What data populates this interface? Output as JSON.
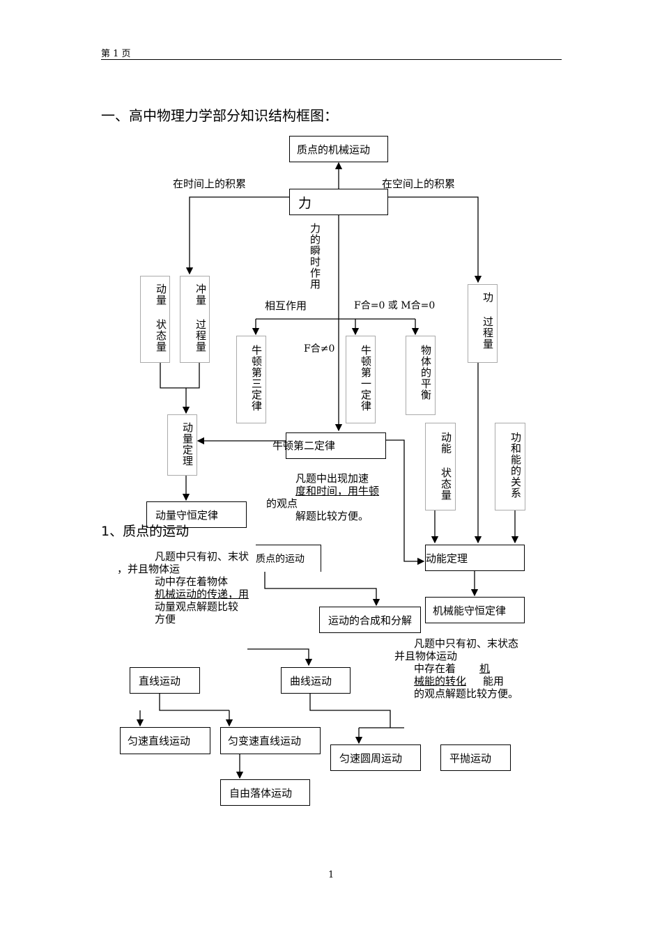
{
  "header": {
    "page_label": "第 1 页"
  },
  "title": "一、高中物理力学部分知识结构框图：",
  "section1": "1、质点的运动",
  "footer": {
    "page_number": "1"
  },
  "nodes": {
    "particle_motion": "质点的机械运动",
    "force": "力",
    "momentum": "动量 状态量",
    "impulse": "冲量 过程量",
    "work": "功 过程量",
    "newton3": "牛顿第三定律",
    "newton1": "牛顿第一定律",
    "equilibrium": "物体的平衡",
    "momentum_theorem": "动量定理",
    "newton2": "牛顿第二定律",
    "momentum_conservation": "动量守恒定律",
    "kinetic_energy": "动能 状态量",
    "work_energy": "功和能的关系",
    "kinetic_theorem": "动能定理",
    "mech_conservation": "机械能守恒定律",
    "composition": "运动的合成和分解",
    "point_motion": "质点的运动",
    "linear": "直线运动",
    "curved": "曲线运动",
    "uniform_linear": "匀速直线运动",
    "uniform_accel": "匀变速直线运动",
    "free_fall": "自由落体运动",
    "circular": "匀速圆周运动",
    "projectile": "平抛运动"
  },
  "labels": {
    "time_accum": "在时间上的积累",
    "space_accum": "在空间上的积累",
    "instant": "力的瞬时作用",
    "interaction": "相互作用",
    "fzero": "F合=0 或 M合=0",
    "fnonzero": "F合≠0"
  },
  "notes": {
    "accel_1": "凡题中出现加速",
    "accel_2": "度和时间，用牛顿",
    "accel_3": "的观点",
    "accel_4": "解题比较方便。",
    "mom_1": "凡题中只有初、末状",
    "mom_2": "，并且物体运",
    "mom_3": "动中存在着物体",
    "mom_4": "机械运动的传递，用",
    "mom_5": "动量观点解题比较",
    "mom_6": "方便",
    "en_1": "凡题中只有初、末状态",
    "en_2": "并且物体运动",
    "en_3": "中存在着",
    "en_3b": "机",
    "en_4": "械能的转化",
    "en_4b": "能用",
    "en_5": "的观点解题比较方便。"
  }
}
